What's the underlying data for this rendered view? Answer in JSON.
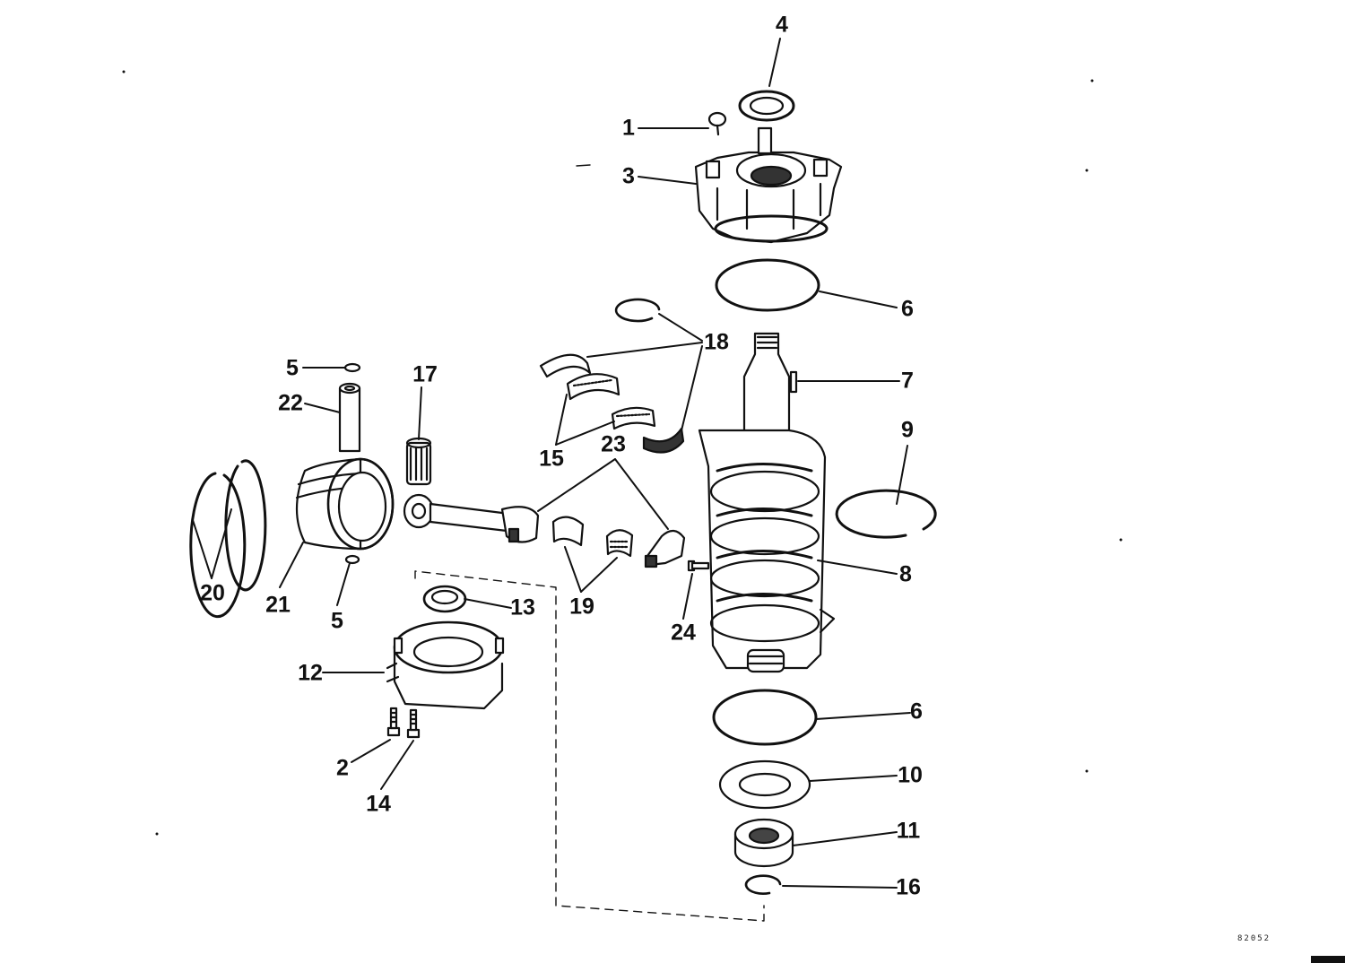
{
  "diagram": {
    "labels": {
      "l1": "1",
      "l2": "2",
      "l3": "3",
      "l4": "4",
      "l5a": "5",
      "l5b": "5",
      "l6a": "6",
      "l6b": "6",
      "l7": "7",
      "l8": "8",
      "l9": "9",
      "l10": "10",
      "l11": "11",
      "l12": "12",
      "l13": "13",
      "l14": "14",
      "l15": "15",
      "l16": "16",
      "l17": "17",
      "l18": "18",
      "l19": "19",
      "l20": "20",
      "l21": "21",
      "l22": "22",
      "l23": "23",
      "l24": "24"
    },
    "figure_code": "82052",
    "line_color": "#111111"
  }
}
